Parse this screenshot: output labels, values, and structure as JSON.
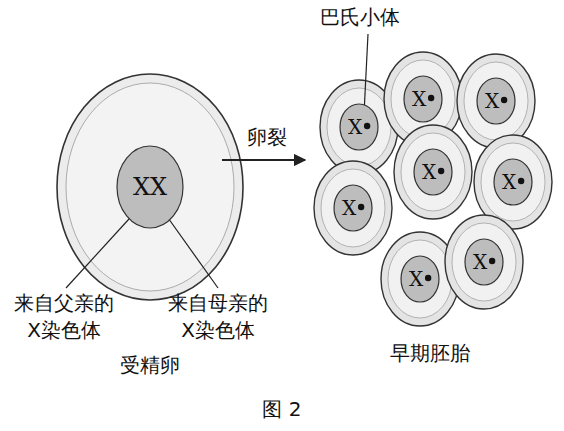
{
  "diagram": {
    "caption": "图 2",
    "nodes": [
      {
        "text": [
          "XX"
        ]
      },
      {
        "text": [
          "X"
        ]
      },
      {
        "text": [
          "X"
        ]
      },
      {
        "text": [
          "X"
        ]
      },
      {
        "text": [
          "X"
        ]
      },
      {
        "text": [
          "X"
        ]
      },
      {
        "text": [
          "X"
        ]
      },
      {
        "text": [
          "X"
        ]
      },
      {
        "text": [
          "X"
        ]
      }
    ],
    "labels": [
      "巴氏小体",
      "卵裂",
      "来自父亲的X染色体",
      "来自母亲的X染色体",
      "受精卵",
      "早期胚胎"
    ]
  }
}
